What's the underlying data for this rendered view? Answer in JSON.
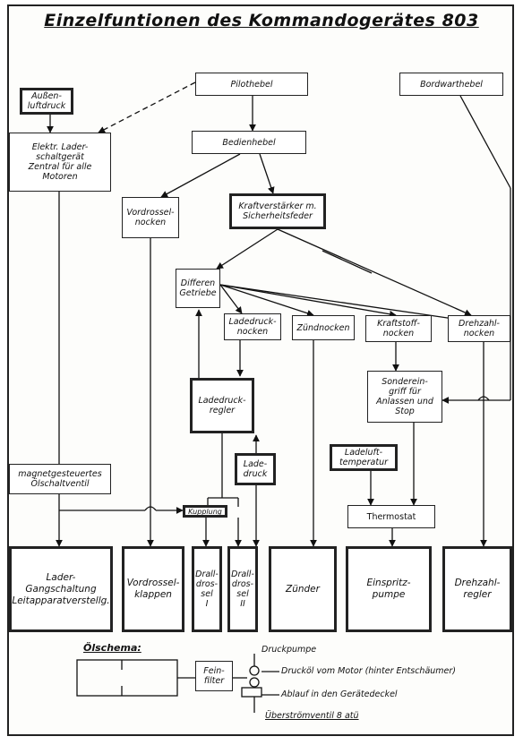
{
  "title": "Einzelfuntionen des Kommandogerätes 803",
  "boxes": {
    "aussenluftdruck": "Außen-\nluftdruck",
    "pilothebel": "Pilothebel",
    "bordwarthebel": "Bordwarthebel",
    "elektr_lader": "Elektr. Lader-\nschaltgerät\nZentral für alle\nMotoren",
    "bedienhebel": "Bedienhebel",
    "vordrosselnocken": "Vordrossel-\nnocken",
    "kraftverstaerker": "Kraftverstärker m.\nSicherheitsfeder",
    "differential": "Differen\nGetriebe",
    "ladedrucknocken": "Ladedruck-\nnocken",
    "zuendnocken": "Zündnocken",
    "kraftstoffnocken": "Kraftstoff-\nnocken",
    "drehzahlnocken": "Drehzahl-\nnocken",
    "ladedruckregler": "Ladedruck-\nregler",
    "sondereingriff": "Sonderein-\ngriff für\nAnlassen und\nStop",
    "magnetventil": "magnetgesteuertes\nÖlschaltventil",
    "ladedruck": "Lade-\ndruck",
    "ladelufttemperatur": "Ladeluft-\ntemperatur",
    "kupplung": "Kupplung",
    "thermostat": "Thermostat",
    "ladergangschaltung": "Lader-\nGangschaltung\nLeitapparatverstellg.",
    "vordrosselklappen": "Vordrossel-\nklappen",
    "drossel1": "Drall-\ndros-\nsel\nI",
    "drossel2": "Drall-\ndros-\nsel\nII",
    "zuender": "Zünder",
    "einspritzpumpe": "Einspritz-\npumpe",
    "drehzahlregler": "Drehzahl-\nregler",
    "feinfilter": "Fein-\nfilter"
  },
  "oil_schema": {
    "heading": "Ölschema:",
    "druckpumpe": "Druckpumpe",
    "druckoel": "Drucköl vom Motor (hinter Entschäumer)",
    "ablauf": "Ablauf in den Gerätedeckel",
    "ueberstroemventil": "Überströmventil 8 atü"
  }
}
